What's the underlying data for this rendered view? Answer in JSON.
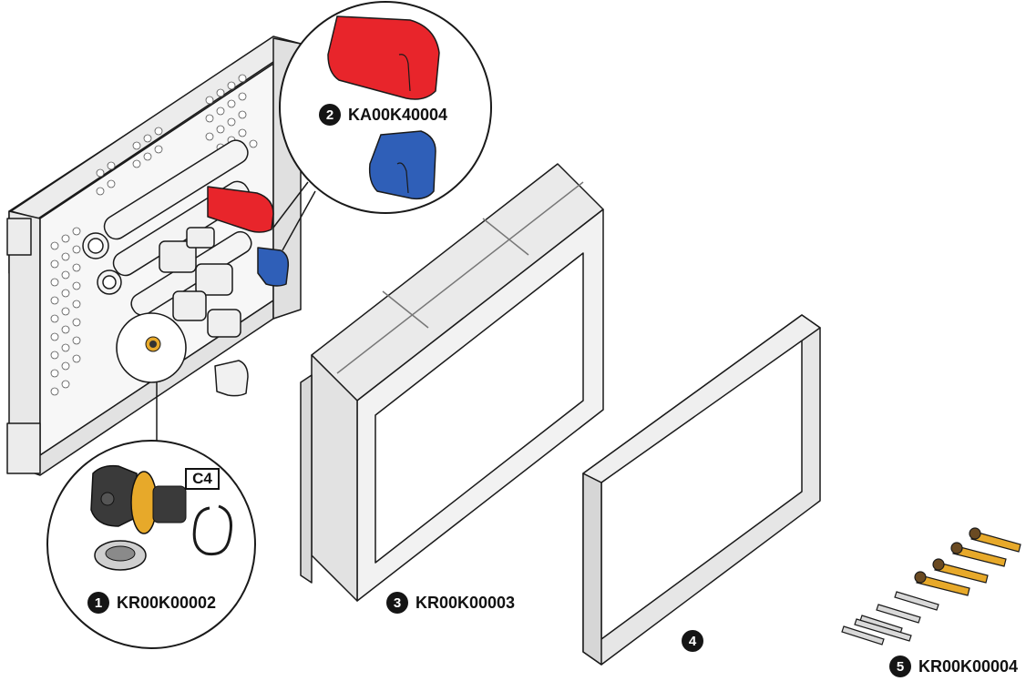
{
  "parts": [
    {
      "number": "1",
      "code": "KR00K00002"
    },
    {
      "number": "2",
      "code": "KA00K40004"
    },
    {
      "number": "3",
      "code": "KR00K00003"
    },
    {
      "number": "4",
      "code": ""
    },
    {
      "number": "5",
      "code": "KR00K00004"
    }
  ],
  "callout_tag": "C4",
  "colors": {
    "line": "#1a1a1a",
    "part_fill": "#f2f2f2",
    "frame_fill": "#e6e6e6",
    "red_knob": "#e8252b",
    "blue_knob": "#2f5fb8",
    "brass": "#e7a92a",
    "dark_grey": "#3a3a3a"
  }
}
